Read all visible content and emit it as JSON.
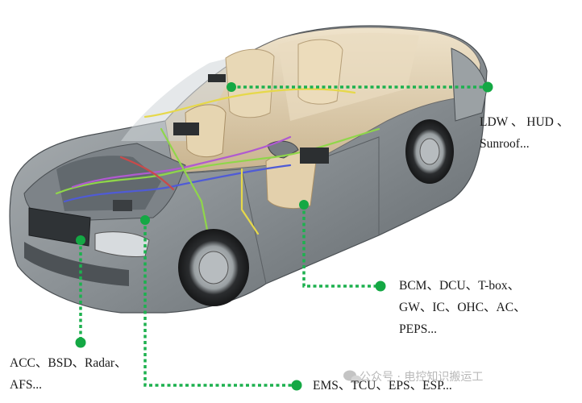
{
  "colors": {
    "leader": "#1db14f",
    "dot": "#14a844",
    "body_paint": "#8c9296",
    "interior": "#d9c7a6",
    "wire_green": "#8fd64a",
    "wire_blue": "#4f5bd6",
    "wire_purple": "#b05ad0",
    "wire_yellow": "#e6d84a"
  },
  "labels": {
    "top_right": [
      "LDW 、 HUD 、",
      "Sunroof..."
    ],
    "middle_right": [
      "BCM、DCU、T-box、",
      "GW、IC、OHC、AC、",
      "PEPS..."
    ],
    "bottom_left": [
      "ACC、BSD、Radar、",
      "AFS..."
    ],
    "bottom": "EMS、TCU、EPS、ESP..."
  },
  "watermark": "公众号 · 电控知识搬运工",
  "icons": {
    "car": "sedan-cutaway-illustration",
    "watermark": "wechat-icon"
  }
}
